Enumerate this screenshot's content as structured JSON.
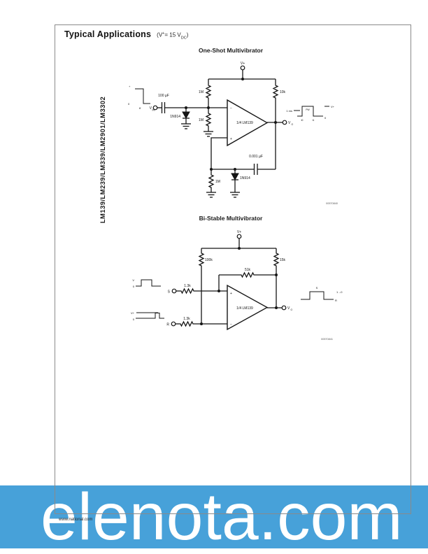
{
  "page": {
    "side_title": "LM139/LM239/LM339/LM2901/LM3302",
    "header": {
      "title": "Typical Applications",
      "cond_pre": "(V",
      "cond_sup": "+",
      "cond_mid": "= 15 V",
      "cond_sub": "DC",
      "cond_post": ")"
    }
  },
  "fig1": {
    "title": "One-Shot Multivibrator",
    "code": "00570840",
    "vplus": "V+",
    "r_top_left": "1M",
    "r_mid": "1M",
    "r_pullup": "10k",
    "r_bottom": "1M",
    "c_in": "100 µF",
    "c_fb": "0.001 µF",
    "d1": "1N914",
    "d2": "1N914",
    "amp": "1/4 LM139",
    "minus": "−",
    "plus": "+",
    "vin_base": "V",
    "vin_sub": "IN",
    "vo_base": "V",
    "vo_sub": "O",
    "win_plus": "+",
    "win_zero": "0",
    "win_tf": "tf",
    "wout_ms": "1 ms",
    "wout_pw": "PW",
    "wout_t0": "t0",
    "wout_t1": "t1",
    "wout_vp": "V+",
    "wout_zero": "0"
  },
  "fig2": {
    "title": "Bi-Stable Multivibrator",
    "code": "00570841",
    "vplus": "V+",
    "r_left": "100k",
    "r_pullup": "15k",
    "r_fb": "51k",
    "r_s": "1.3k",
    "r_r": "1.3k",
    "amp": "1/4 LM139",
    "minus": "−",
    "plus": "+",
    "s_label": "S",
    "r_label": "R",
    "vo_base": "V",
    "vo_sub": "O",
    "ws_v": "V",
    "ws_zero": "0",
    "wr_v": "V+",
    "wr_zero": "0",
    "wout_s": "S",
    "wout_r": "R",
    "wout_side": "1→0"
  },
  "banner": {
    "text": "elenota.com",
    "color": "#47A1D9",
    "text_color": "#FFFFFF"
  },
  "footer": {
    "url": "www.national.com"
  }
}
